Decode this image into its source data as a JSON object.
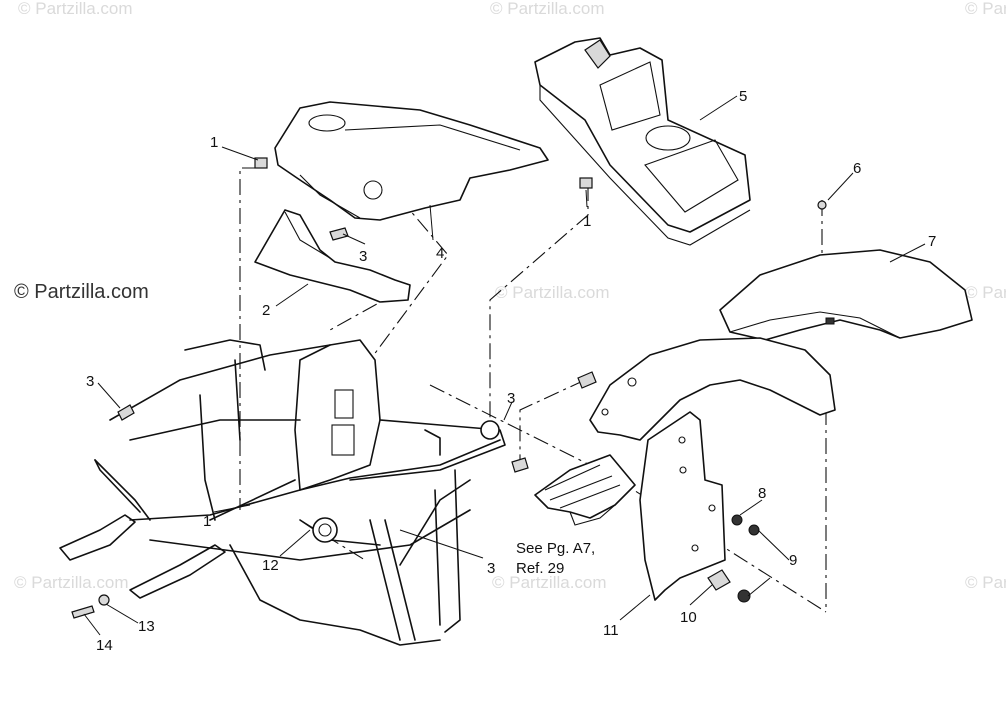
{
  "watermark": {
    "main": "© Partzilla.com",
    "faint": "© Partzilla.com"
  },
  "note": {
    "line1": "See Pg. A7,",
    "line2": "Ref. 29"
  },
  "callouts": {
    "c1a": "1",
    "c1b": "1",
    "c1c": "1",
    "c2": "2",
    "c3a": "3",
    "c3b": "3",
    "c3c": "3",
    "c3d": "3",
    "c4": "4",
    "c5": "5",
    "c6": "6",
    "c7": "7",
    "c8": "8",
    "c9": "9",
    "c10": "10",
    "c11": "11",
    "c12": "12",
    "c13": "13",
    "c14": "14"
  }
}
